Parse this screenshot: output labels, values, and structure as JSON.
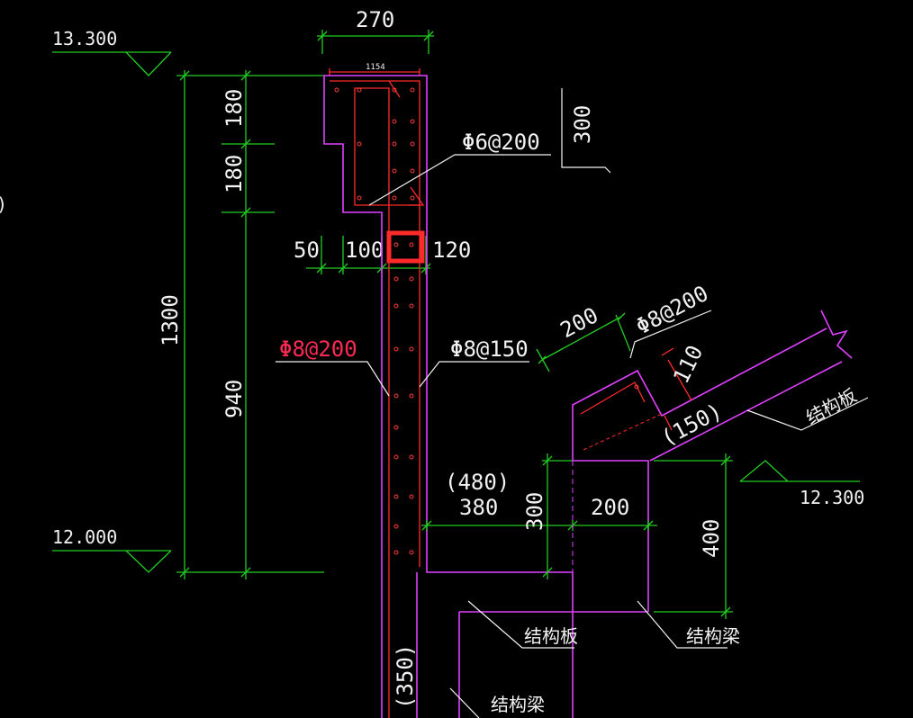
{
  "colors": {
    "background": "#000000",
    "dimension_line": "#22cc22",
    "text": "#f2f2f2",
    "concrete_outline": "#e040ff",
    "rebar": "#ff2a2a",
    "highlight_box": "#ff2a2a"
  },
  "levels": {
    "top": "13.300",
    "bottom": "12.000",
    "right": "12.300"
  },
  "dimensions": {
    "top_width": "270",
    "top_small": "1154",
    "left_v1": "180",
    "left_v2": "180",
    "left_total": "1300",
    "left_v3": "940",
    "mid_50": "50",
    "mid_100": "100",
    "mid_120": "120",
    "right_300_top": "300",
    "slab_200": "200",
    "slab_110": "110",
    "slab_150": "(150)",
    "beam_480": "(480)",
    "beam_380": "380",
    "beam_300": "300",
    "beam_200": "200",
    "beam_400": "400",
    "bottom_350": "(350)"
  },
  "rebar_labels": {
    "top_stirrup": "Φ6@200",
    "wall_left": "Φ8@200",
    "wall_right": "Φ8@150",
    "slab": "Φ8@200"
  },
  "annotations": {
    "struct_slab_right": "结构板",
    "struct_slab_bottom": "结构板",
    "struct_beam_right": "结构梁",
    "struct_beam_bottom": "结构梁"
  },
  "edge_fragment": ")"
}
